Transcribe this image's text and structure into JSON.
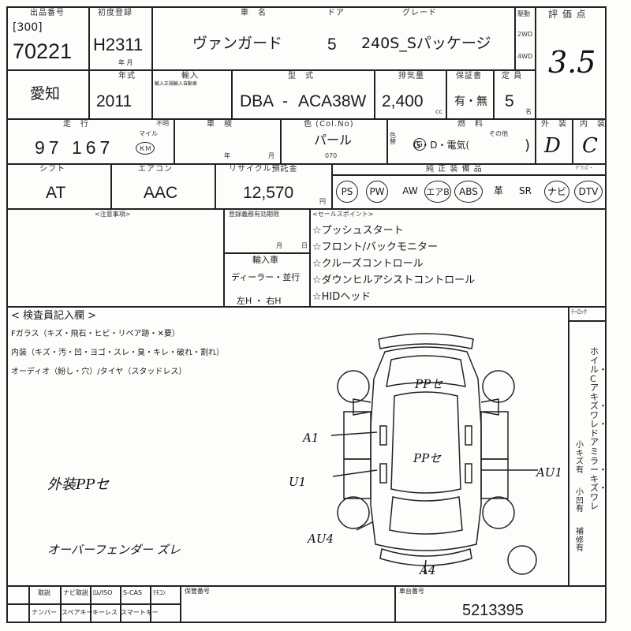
{
  "header_row1": {
    "lot_label": "出品番号",
    "lot_prefix": "[300]",
    "lot_number": "70221",
    "first_reg_label": "初度登録",
    "first_reg_value": "H2311",
    "year_month_note": "年  月",
    "car_name_label": "車　名",
    "car_name": "ヴァンガード",
    "door_label": "ドア",
    "doors": "5",
    "grade_label": "グレード",
    "grade": "240S_Sパッケージ",
    "drive_label": "駆動",
    "drive_2wd": "2WD",
    "drive_4wd": "4WD",
    "score_label": "評 価 点",
    "score": "3.5"
  },
  "header_row2": {
    "region": "愛知",
    "model_year_label": "年式",
    "model_year": "2011",
    "import_label": "輸入",
    "import_note": "輸入正規輸入自動車",
    "type_label": "型　式",
    "type_prefix": "DBA",
    "type_dash": "-",
    "type_code": "ACA38W",
    "displacement_label": "排気量",
    "displacement": "2,400",
    "cc": "cc",
    "warranty_label": "保証書",
    "warranty": "有・無",
    "capacity_label": "定 員",
    "capacity": "5",
    "capacity_unit": "名"
  },
  "header_row3": {
    "mileage_label": "走　行",
    "mileage_extra": "不明",
    "mileage": "97 167",
    "mileage_unit_mile": "マイル",
    "mileage_unit_km": "ＫＭ",
    "inspection_label": "車　検",
    "inspection_year": "年",
    "inspection_month": "月",
    "color_label": "色 (Col.No)",
    "color": "パール",
    "color_no": "070",
    "color_change": "色替",
    "fuel_label": "燃　料",
    "fuel": "G・D・電気(",
    "fuel_other": "その他",
    "fuel_close": ")",
    "exterior_label": "外　装",
    "exterior_grade": "D",
    "interior_label": "内　装",
    "interior_grade": "C"
  },
  "header_row4": {
    "shift_label": "シフト",
    "shift": "AT",
    "ac_label": "エアコン",
    "ac": "AAC",
    "recycle_label": "リサイクル預託金",
    "recycle_fee": "12,570",
    "recycle_unit": "円",
    "equipment_label": "純 正 装 備 品",
    "equipment": [
      "PS",
      "PW",
      "AW",
      "エアB",
      "ABS",
      "革",
      "SR",
      "ナビ",
      "DTV"
    ],
    "circled": [
      "PS",
      "PW",
      "エアB",
      "ABS",
      "ナビ",
      "DTV"
    ],
    "tv_label": "ｸﾞﾗﾝｽﾞｰ"
  },
  "notes": {
    "caution_label": "<注意事項>",
    "expiry_label": "登録義務有効期限",
    "expiry_month": "月",
    "expiry_day": "日",
    "import_route_label": "輸入車",
    "import_route": "ディーラー・並行",
    "steering": "左H ・ 右H",
    "sales_label": "<セールスポイント>",
    "sales_points": [
      "☆プッシュスタート",
      "☆フロント/バックモニター",
      "☆クルーズコントロール",
      "☆ダウンヒルアシストコントロール",
      "☆HIDヘッド"
    ]
  },
  "inspection": {
    "section_label": "< 検査員記入欄 >",
    "glass_line": "Fガラス（キズ・飛石・ヒビ・リペア跡・✕要）",
    "interior_line": "内装（キズ・汚・凹・ヨゴ・スレ・臭・キレ・破れ・割れ）",
    "audio_line": "オーディオ（紛し・穴）/タイヤ（スタッドレス）",
    "hand_exterior": "外装PPセ",
    "hand_fender": "オーバーフェンダー ズレ",
    "diagram_marks": [
      {
        "name": "roof",
        "text": "PPセ"
      },
      {
        "name": "center",
        "text": "PPセ"
      },
      {
        "name": "left-front-door",
        "text": "A1"
      },
      {
        "name": "left-rear-door",
        "text": "U1"
      },
      {
        "name": "right-rear-door",
        "text": "AU1"
      },
      {
        "name": "left-rear-fender",
        "text": "AU4"
      },
      {
        "name": "rear-bumper",
        "text": "A4"
      }
    ],
    "tire_lock_label": "ﾃｰﾛｯｸ",
    "side_note_1": "ホイル・Cアキズ・ワレ・ドアミラー・キズ・ワレ",
    "side_note_2": "小キズ有",
    "side_note_3": "小凹有",
    "side_note_4": "補修有"
  },
  "footer": {
    "items_row1": [
      "取説",
      "ナビ取説",
      "ﾛﾑ/ISO",
      "S-CAS",
      "ﾘﾓｺﾝ"
    ],
    "items_row2": [
      "ナンバー",
      "スペアキー",
      "キーレス",
      "スマートキー"
    ],
    "storage_label": "保管番号",
    "chassis_label": "車台番号",
    "chassis_number": "5213395"
  }
}
